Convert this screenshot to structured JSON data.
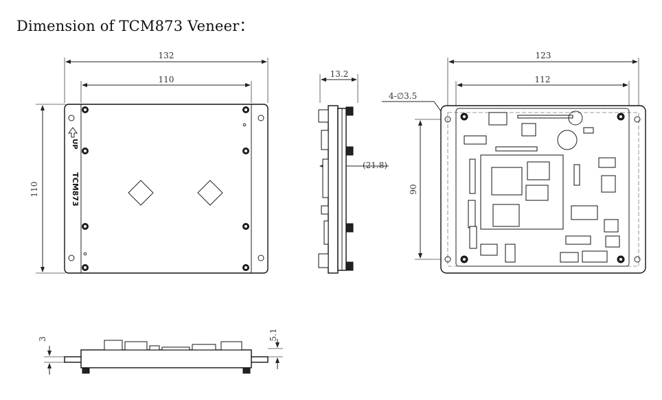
{
  "title": "Dimension of TCM873 Veneer：",
  "front_view": {
    "width_outer": "132",
    "width_inner": "110",
    "height": "110",
    "label": "TCM873",
    "up_label": "UP"
  },
  "side_view": {
    "thickness": "13.2",
    "depth": "(21.8)"
  },
  "back_view": {
    "width_outer": "123",
    "width_inner": "112",
    "height": "90",
    "hole_note": "4-∅3.5"
  },
  "bottom_view": {
    "flange": "3",
    "height": "5.1"
  }
}
